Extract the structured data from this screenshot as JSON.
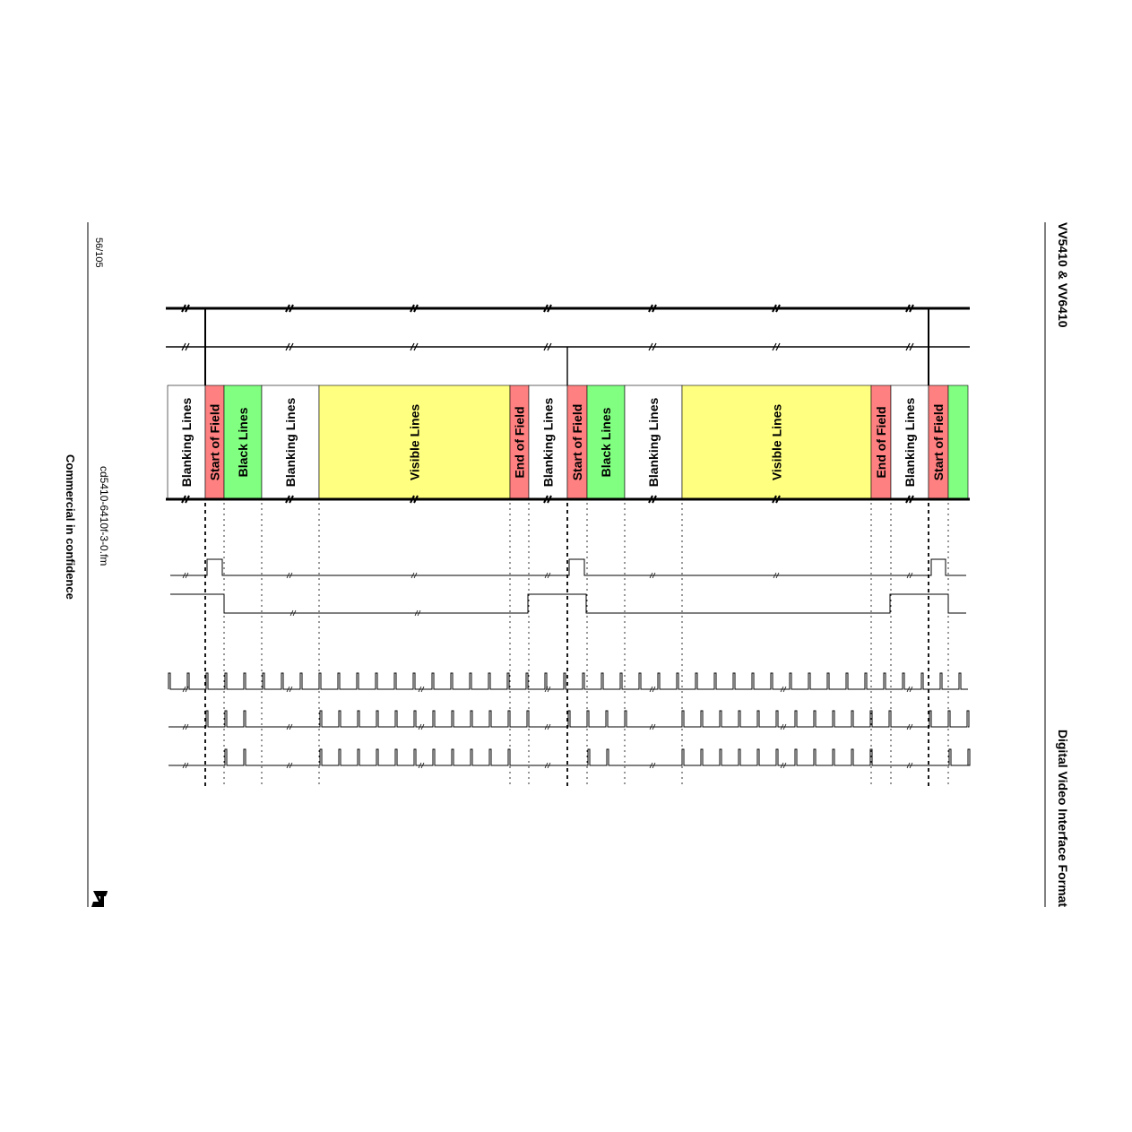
{
  "header": {
    "document_title": "VV5410 & VV6410",
    "section_title": "Digital Video Interface Format"
  },
  "footer": {
    "page_number": "56/105",
    "filename": "cd5410-6410f-3-0.fm",
    "confidentiality": "Commercial in confidence",
    "logo": "st-logo"
  },
  "diagram": {
    "segments": [
      {
        "label": "Blanking Lines",
        "type": "blanking"
      },
      {
        "label": "Start of Field",
        "type": "sof"
      },
      {
        "label": "Black Lines",
        "type": "black"
      },
      {
        "label": "Blanking Lines",
        "type": "blanking"
      },
      {
        "label": "Visible Lines",
        "type": "visible"
      },
      {
        "label": "End of Field",
        "type": "eof"
      },
      {
        "label": "Blanking Lines",
        "type": "blanking"
      },
      {
        "label": "Start of Field",
        "type": "sof"
      },
      {
        "label": "Black Lines",
        "type": "black"
      },
      {
        "label": "Blanking Lines",
        "type": "blanking"
      },
      {
        "label": "Visible Lines",
        "type": "visible"
      },
      {
        "label": "End of Field",
        "type": "eof"
      },
      {
        "label": "Blanking Lines",
        "type": "blanking"
      },
      {
        "label": "Start of Field",
        "type": "sof"
      },
      {
        "label": "",
        "type": "black"
      }
    ],
    "colors": {
      "blanking": "#ffffff",
      "sof": "#ff8080",
      "black": "#80ff80",
      "visible": "#ffff80",
      "eof": "#ff8080"
    }
  }
}
